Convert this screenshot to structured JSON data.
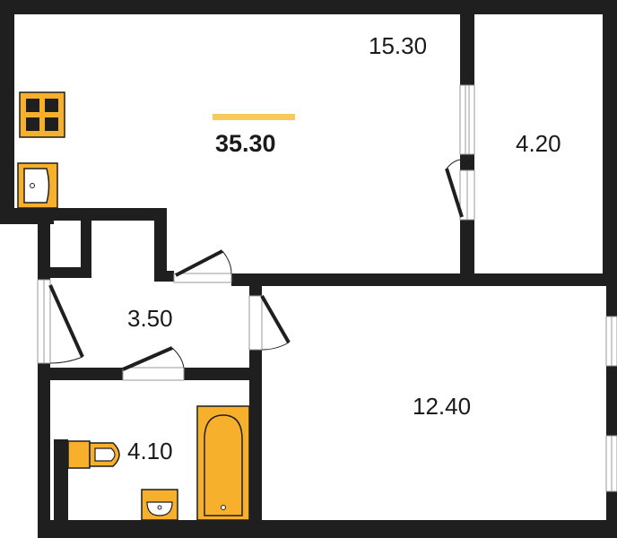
{
  "plan": {
    "total_area": "35.30",
    "rooms": [
      {
        "id": "living-kitchen",
        "area": "15.30"
      },
      {
        "id": "balcony",
        "area": "4.20"
      },
      {
        "id": "hall",
        "area": "3.50"
      },
      {
        "id": "bedroom",
        "area": "12.40"
      },
      {
        "id": "bathroom",
        "area": "4.10"
      }
    ]
  },
  "colors": {
    "wall": "#1f1f1f",
    "fixture_fill": "#f6b02c",
    "fixture_stroke": "#1f1f1f",
    "accent_bar": "#f6c95a",
    "text": "#1a1a1a",
    "window_line": "#9a9a9a"
  },
  "icons": [
    "stove-icon",
    "kitchen-sink-icon",
    "bathtub-icon",
    "toilet-icon",
    "washbasin-icon",
    "door-swing-icon",
    "window-icon"
  ]
}
